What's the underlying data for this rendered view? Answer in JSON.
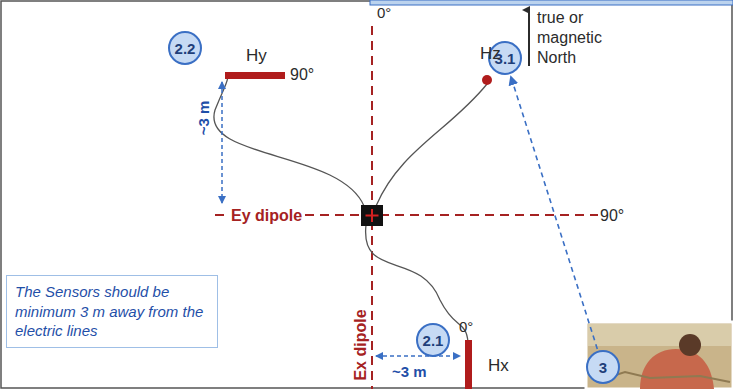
{
  "diagram": {
    "nodes": [
      {
        "text": [
          "2.2"
        ]
      },
      {
        "text": [
          "3.1"
        ]
      },
      {
        "text": [
          "2.1"
        ]
      },
      {
        "text": [
          "The Sensors should be minimum 3 m away from the electric lines"
        ]
      },
      {
        "text": [
          "3"
        ]
      }
    ],
    "edges": [
      {
        "from": 4,
        "to": 1,
        "arrow": "to"
      }
    ],
    "labels": [
      "0°",
      "Hy",
      "90°",
      "Hz",
      "true or magnetic North",
      "~3 m",
      "Ey dipole",
      "90°",
      "0°",
      "Hx",
      "Ex dipole",
      "~3 m"
    ]
  }
}
